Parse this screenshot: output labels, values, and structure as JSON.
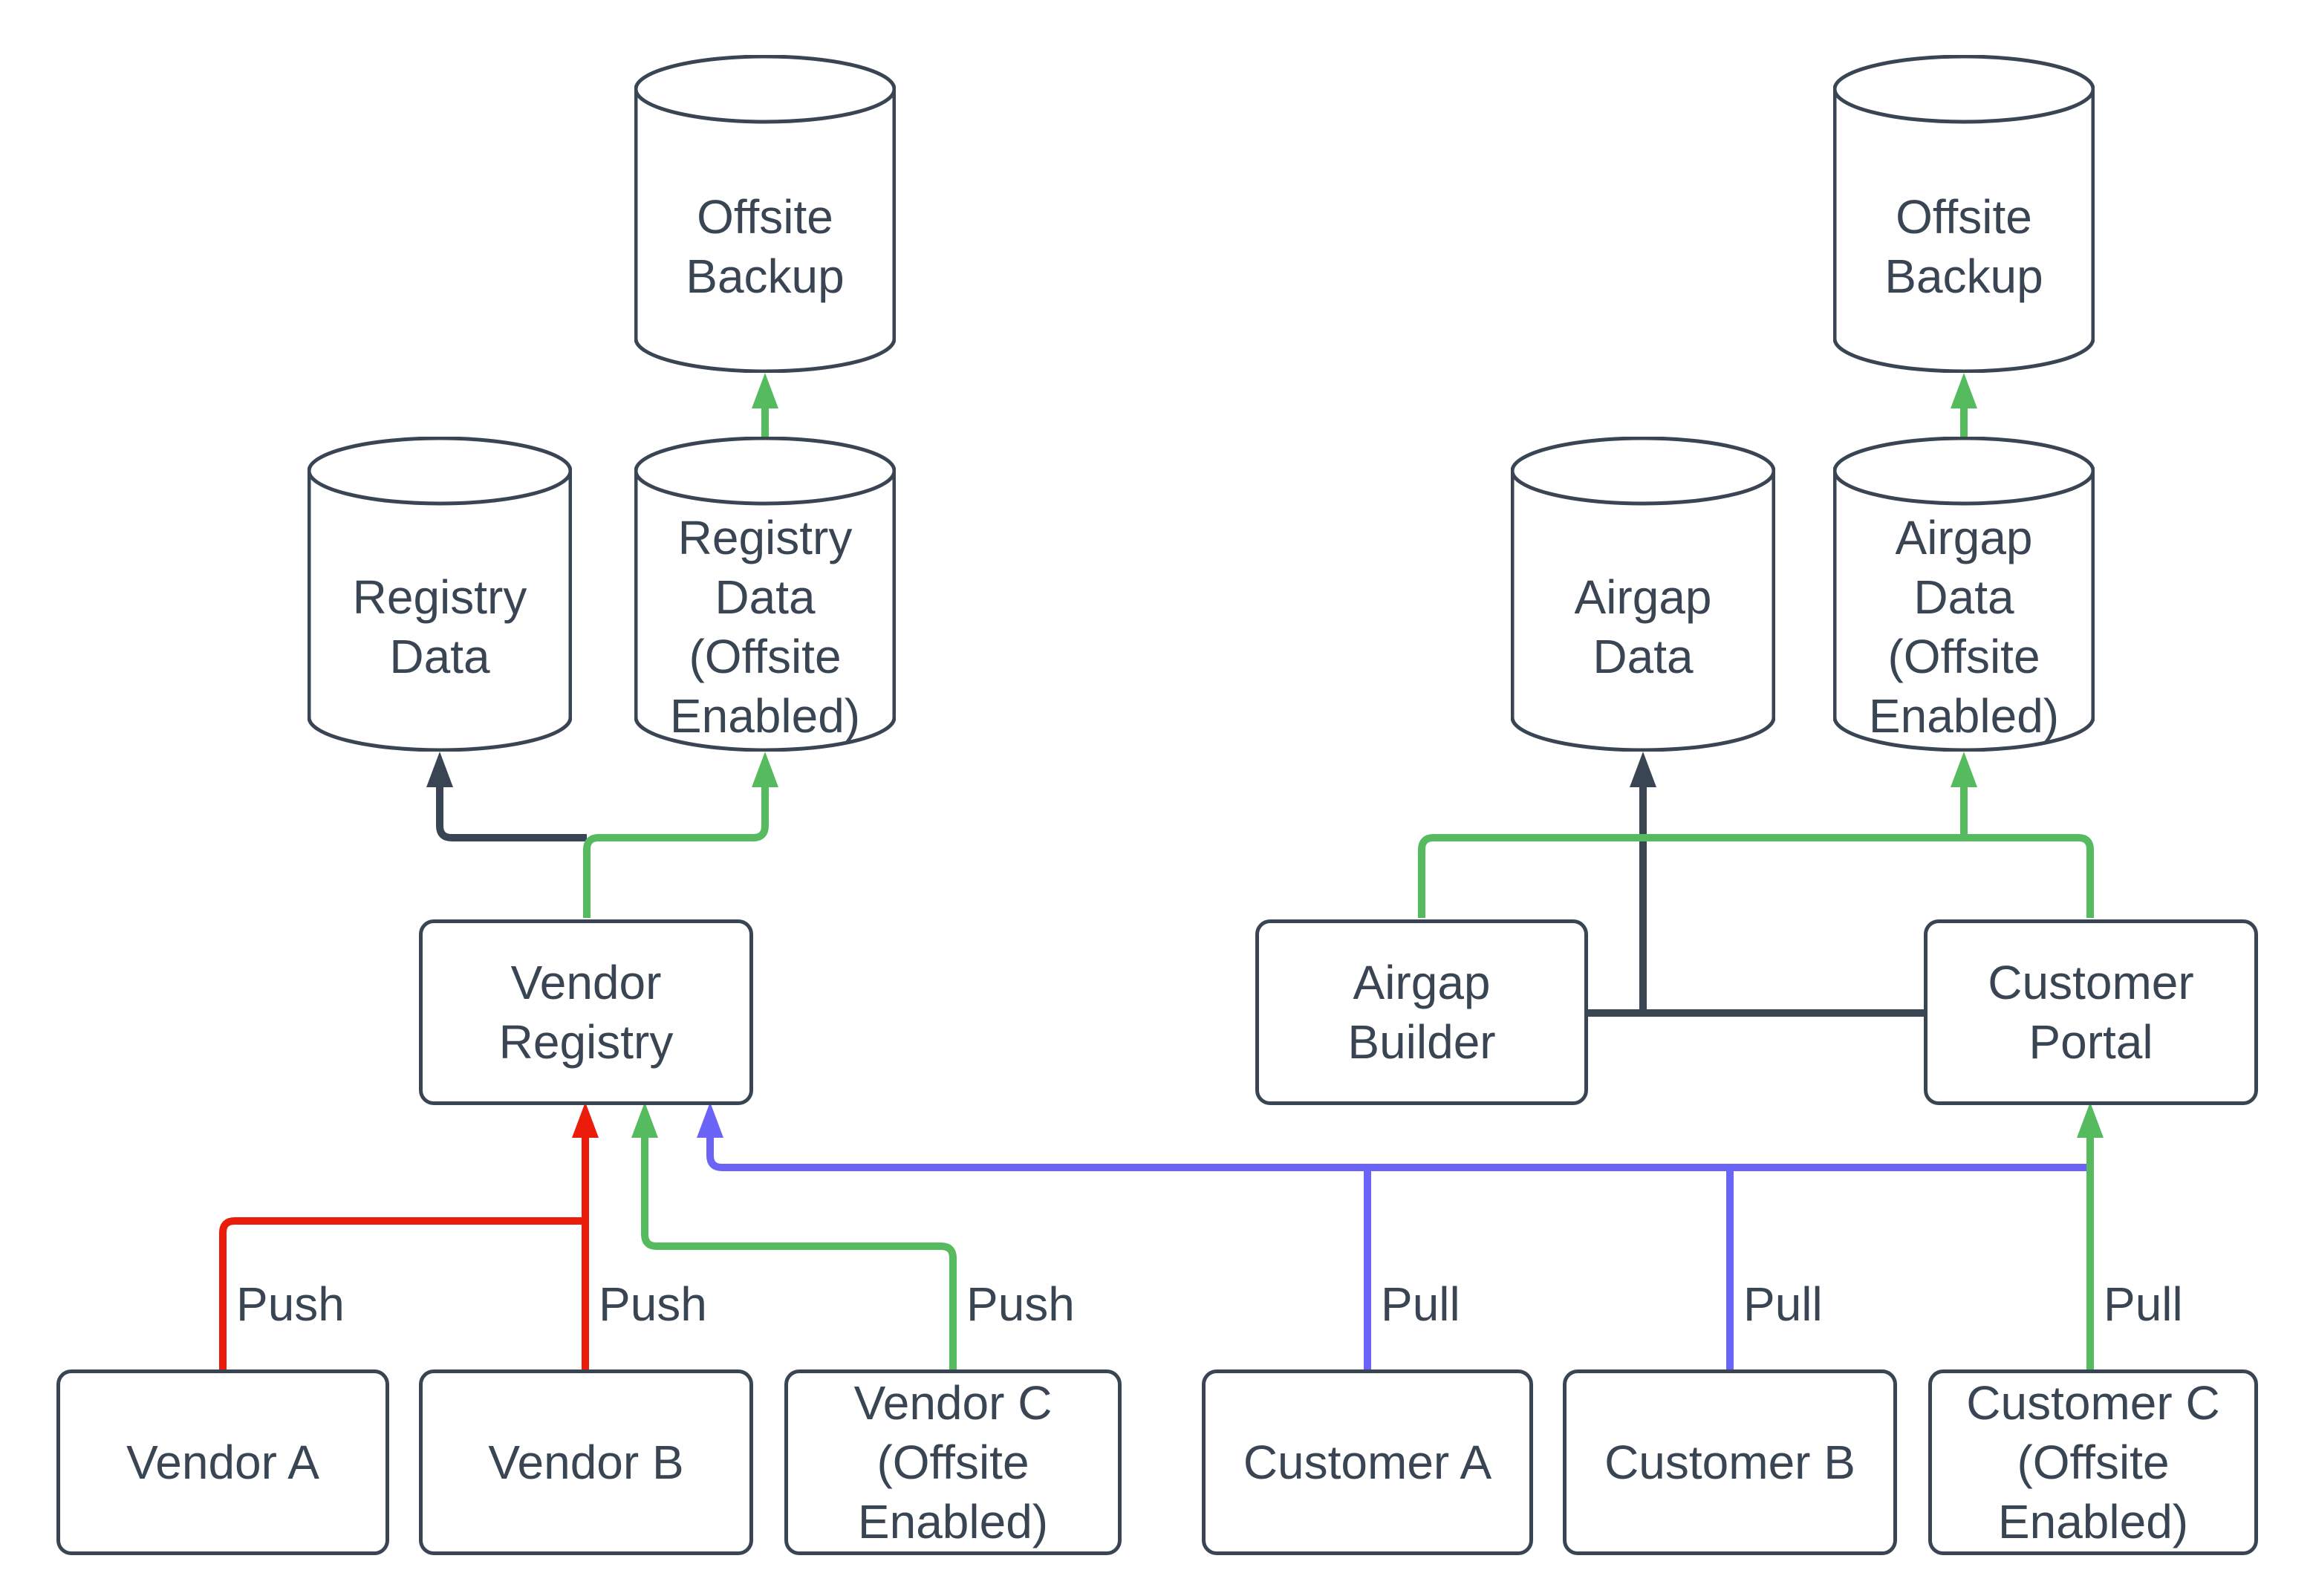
{
  "colors": {
    "ink": "#3a4553",
    "green": "#55bb5e",
    "red": "#ec1c0d",
    "blue": "#6a64f7",
    "background": "#ffffff"
  },
  "nodes": {
    "offsite_backup_left": {
      "label": "Offsite\nBackup"
    },
    "registry_data": {
      "label": "Registry\nData"
    },
    "registry_data_offsite": {
      "label": "Registry\nData\n(Offsite\nEnabled)"
    },
    "vendor_registry": {
      "label": "Vendor\nRegistry"
    },
    "vendor_a": {
      "label": "Vendor A"
    },
    "vendor_b": {
      "label": "Vendor B"
    },
    "vendor_c": {
      "label": "Vendor C\n(Offsite\nEnabled)"
    },
    "offsite_backup_right": {
      "label": "Offsite\nBackup"
    },
    "airgap_data": {
      "label": "Airgap\nData"
    },
    "airgap_data_offsite": {
      "label": "Airgap\nData\n(Offsite\nEnabled)"
    },
    "airgap_builder": {
      "label": "Airgap\nBuilder"
    },
    "customer_portal": {
      "label": "Customer\nPortal"
    },
    "customer_a": {
      "label": "Customer A"
    },
    "customer_b": {
      "label": "Customer B"
    },
    "customer_c": {
      "label": "Customer C\n(Offsite\nEnabled)"
    }
  },
  "edge_labels": {
    "vendor_a": "Push",
    "vendor_b": "Push",
    "vendor_c": "Push",
    "customer_a": "Pull",
    "customer_b": "Pull",
    "customer_c": "Pull"
  }
}
